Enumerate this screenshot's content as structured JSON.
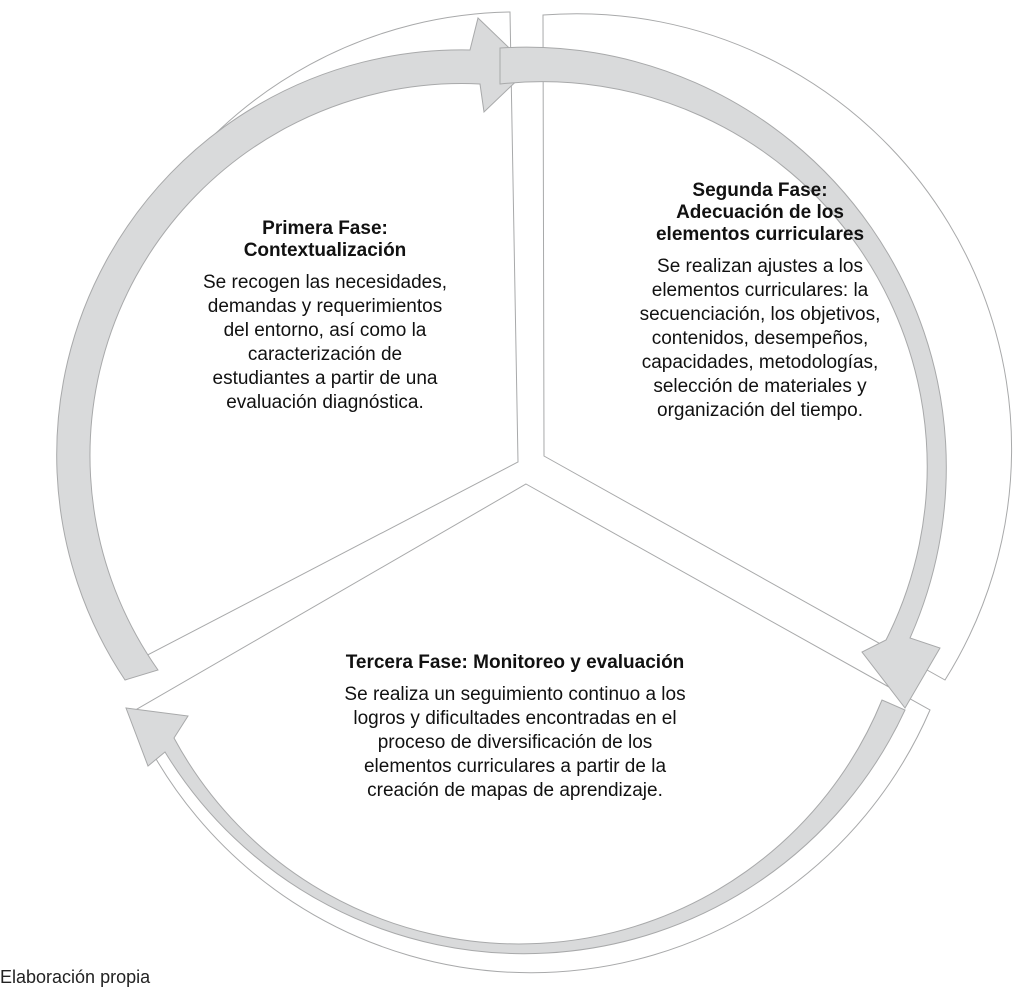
{
  "diagram": {
    "phases": [
      {
        "title": "Primera Fase:\nContextualización",
        "description": "Se recogen las necesidades,\ndemandas y requerimientos\ndel entorno, así como la\ncaracterización de\nestudiantes a partir de una\nevaluación diagnóstica."
      },
      {
        "title": "Segunda Fase:\nAdecuación de los\nelementos curriculares",
        "description": "Se realizan ajustes a los\nelementos curriculares: la\nsecuenciación, los objetivos,\ncontenidos, desempeños,\ncapacidades, metodologías,\nselección de materiales y\norganización del tiempo."
      },
      {
        "title": "Tercera Fase: Monitoreo y evaluación",
        "description": "Se realiza un seguimiento continuo a los\nlogros y dificultades encontradas en el\nproceso de diversificación de los\nelementos curriculares a partir de la\ncreación de mapas de aprendizaje."
      }
    ],
    "colors": {
      "arrow_fill": "#d9dadb",
      "outline": "#a8a9aa",
      "background": "#ffffff"
    }
  },
  "footer": {
    "source": "Elaboración propia"
  }
}
